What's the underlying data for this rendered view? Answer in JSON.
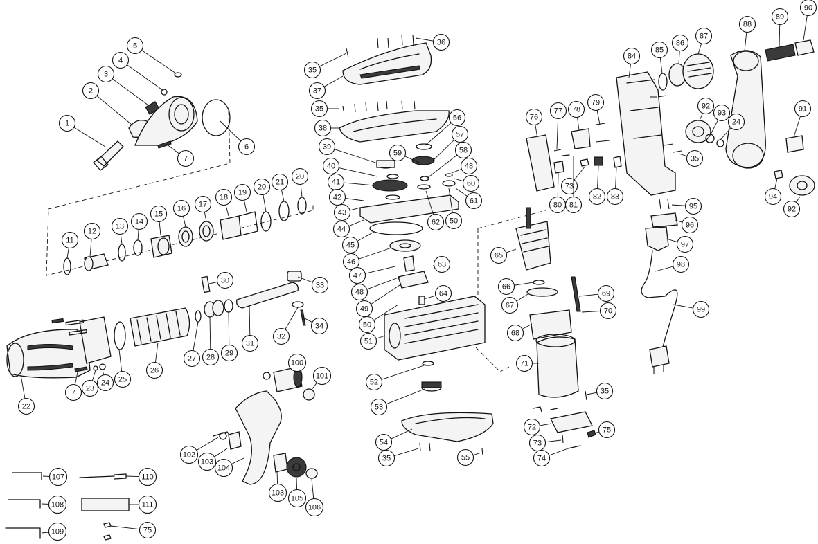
{
  "callouts": [
    {
      "id": "c1",
      "label": "1"
    },
    {
      "id": "c2",
      "label": "2"
    },
    {
      "id": "c3",
      "label": "3"
    },
    {
      "id": "c4",
      "label": "4"
    },
    {
      "id": "c5",
      "label": "5"
    },
    {
      "id": "c6",
      "label": "6"
    },
    {
      "id": "c7a",
      "label": "7"
    },
    {
      "id": "c7b",
      "label": "7"
    },
    {
      "id": "c11",
      "label": "11"
    },
    {
      "id": "c12",
      "label": "12"
    },
    {
      "id": "c13",
      "label": "13"
    },
    {
      "id": "c14",
      "label": "14"
    },
    {
      "id": "c15",
      "label": "15"
    },
    {
      "id": "c16",
      "label": "16"
    },
    {
      "id": "c17",
      "label": "17"
    },
    {
      "id": "c18",
      "label": "18"
    },
    {
      "id": "c19",
      "label": "19"
    },
    {
      "id": "c20a",
      "label": "20"
    },
    {
      "id": "c21",
      "label": "21"
    },
    {
      "id": "c20b",
      "label": "20"
    },
    {
      "id": "c22",
      "label": "22"
    },
    {
      "id": "c23",
      "label": "23"
    },
    {
      "id": "c24a",
      "label": "24"
    },
    {
      "id": "c25",
      "label": "25"
    },
    {
      "id": "c26",
      "label": "26"
    },
    {
      "id": "c27",
      "label": "27"
    },
    {
      "id": "c28",
      "label": "28"
    },
    {
      "id": "c29",
      "label": "29"
    },
    {
      "id": "c30",
      "label": "30"
    },
    {
      "id": "c31",
      "label": "31"
    },
    {
      "id": "c32",
      "label": "32"
    },
    {
      "id": "c33",
      "label": "33"
    },
    {
      "id": "c34",
      "label": "34"
    },
    {
      "id": "c35a",
      "label": "35"
    },
    {
      "id": "c35b",
      "label": "35"
    },
    {
      "id": "c35c",
      "label": "35"
    },
    {
      "id": "c35d",
      "label": "35"
    },
    {
      "id": "c35e",
      "label": "35"
    },
    {
      "id": "c36",
      "label": "36"
    },
    {
      "id": "c37",
      "label": "37"
    },
    {
      "id": "c38",
      "label": "38"
    },
    {
      "id": "c39",
      "label": "39"
    },
    {
      "id": "c40",
      "label": "40"
    },
    {
      "id": "c41",
      "label": "41"
    },
    {
      "id": "c42",
      "label": "42"
    },
    {
      "id": "c43",
      "label": "43"
    },
    {
      "id": "c44",
      "label": "44"
    },
    {
      "id": "c45",
      "label": "45"
    },
    {
      "id": "c46",
      "label": "46"
    },
    {
      "id": "c47",
      "label": "47"
    },
    {
      "id": "c48a",
      "label": "48"
    },
    {
      "id": "c48b",
      "label": "48"
    },
    {
      "id": "c49",
      "label": "49"
    },
    {
      "id": "c50a",
      "label": "50"
    },
    {
      "id": "c50b",
      "label": "50"
    },
    {
      "id": "c51",
      "label": "51"
    },
    {
      "id": "c52",
      "label": "52"
    },
    {
      "id": "c53",
      "label": "53"
    },
    {
      "id": "c54",
      "label": "54"
    },
    {
      "id": "c55",
      "label": "55"
    },
    {
      "id": "c56",
      "label": "56"
    },
    {
      "id": "c57",
      "label": "57"
    },
    {
      "id": "c58",
      "label": "58"
    },
    {
      "id": "c59",
      "label": "59"
    },
    {
      "id": "c60",
      "label": "60"
    },
    {
      "id": "c61",
      "label": "61"
    },
    {
      "id": "c62",
      "label": "62"
    },
    {
      "id": "c63",
      "label": "63"
    },
    {
      "id": "c64",
      "label": "64"
    },
    {
      "id": "c65",
      "label": "65"
    },
    {
      "id": "c66",
      "label": "66"
    },
    {
      "id": "c67",
      "label": "67"
    },
    {
      "id": "c68",
      "label": "68"
    },
    {
      "id": "c69",
      "label": "69"
    },
    {
      "id": "c70",
      "label": "70"
    },
    {
      "id": "c71",
      "label": "71"
    },
    {
      "id": "c72",
      "label": "72"
    },
    {
      "id": "c73a",
      "label": "73"
    },
    {
      "id": "c73b",
      "label": "73"
    },
    {
      "id": "c74",
      "label": "74"
    },
    {
      "id": "c75a",
      "label": "75"
    },
    {
      "id": "c75b",
      "label": "75"
    },
    {
      "id": "c76",
      "label": "76"
    },
    {
      "id": "c77",
      "label": "77"
    },
    {
      "id": "c78",
      "label": "78"
    },
    {
      "id": "c79",
      "label": "79"
    },
    {
      "id": "c80",
      "label": "80"
    },
    {
      "id": "c81",
      "label": "81"
    },
    {
      "id": "c82",
      "label": "82"
    },
    {
      "id": "c83",
      "label": "83"
    },
    {
      "id": "c84",
      "label": "84"
    },
    {
      "id": "c85",
      "label": "85"
    },
    {
      "id": "c86",
      "label": "86"
    },
    {
      "id": "c87",
      "label": "87"
    },
    {
      "id": "c88",
      "label": "88"
    },
    {
      "id": "c89",
      "label": "89"
    },
    {
      "id": "c90",
      "label": "90"
    },
    {
      "id": "c91",
      "label": "91"
    },
    {
      "id": "c92a",
      "label": "92"
    },
    {
      "id": "c92b",
      "label": "92"
    },
    {
      "id": "c93",
      "label": "93"
    },
    {
      "id": "c24b",
      "label": "24"
    },
    {
      "id": "c94",
      "label": "94"
    },
    {
      "id": "c95",
      "label": "95"
    },
    {
      "id": "c96",
      "label": "96"
    },
    {
      "id": "c97",
      "label": "97"
    },
    {
      "id": "c98",
      "label": "98"
    },
    {
      "id": "c99",
      "label": "99"
    },
    {
      "id": "c100",
      "label": "100"
    },
    {
      "id": "c101",
      "label": "101"
    },
    {
      "id": "c102",
      "label": "102"
    },
    {
      "id": "c103a",
      "label": "103"
    },
    {
      "id": "c103b",
      "label": "103"
    },
    {
      "id": "c104",
      "label": "104"
    },
    {
      "id": "c105",
      "label": "105"
    },
    {
      "id": "c106",
      "label": "106"
    },
    {
      "id": "c107",
      "label": "107"
    },
    {
      "id": "c108",
      "label": "108"
    },
    {
      "id": "c109",
      "label": "109"
    },
    {
      "id": "c110",
      "label": "110"
    },
    {
      "id": "c111",
      "label": "111"
    }
  ]
}
